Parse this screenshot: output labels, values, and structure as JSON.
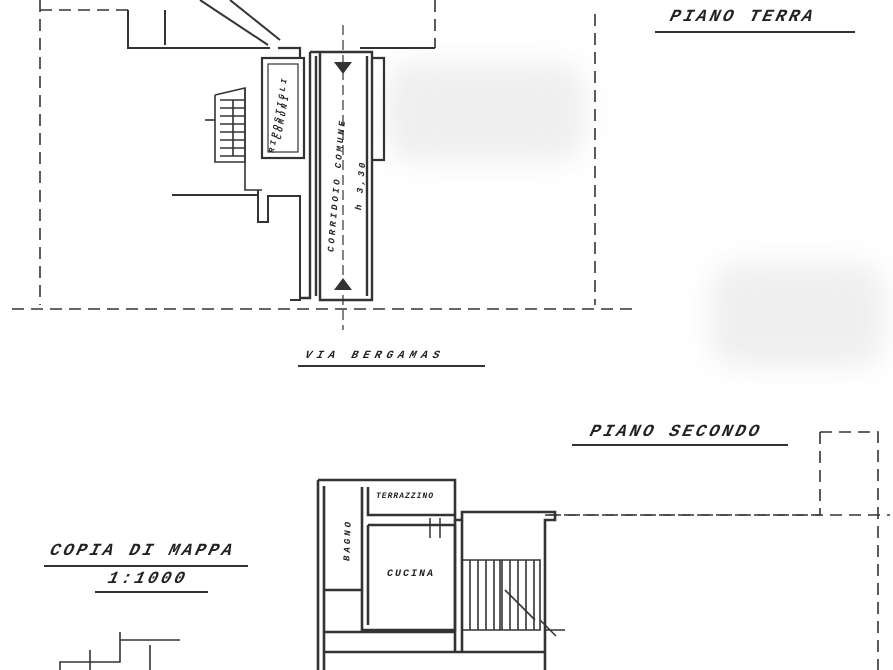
{
  "labels": {
    "piano_terra": "PIANO TERRA",
    "ripostigli_line1": "RIPOSTIGLI",
    "ripostigli_line2": "COMUNI",
    "corridoio_line1": "CORRIDOIO COMUNE",
    "corridoio_line2": "h 3,30",
    "via": "VIA BERGAMAS",
    "piano_secondo": "PIANO SECONDO",
    "copia_di_mappa": "COPIA DI MAPPA",
    "scale": "1:1000",
    "terrazzino": "TERRAZZINO",
    "bagno": "BAGNO",
    "cucina": "CUCINA"
  }
}
